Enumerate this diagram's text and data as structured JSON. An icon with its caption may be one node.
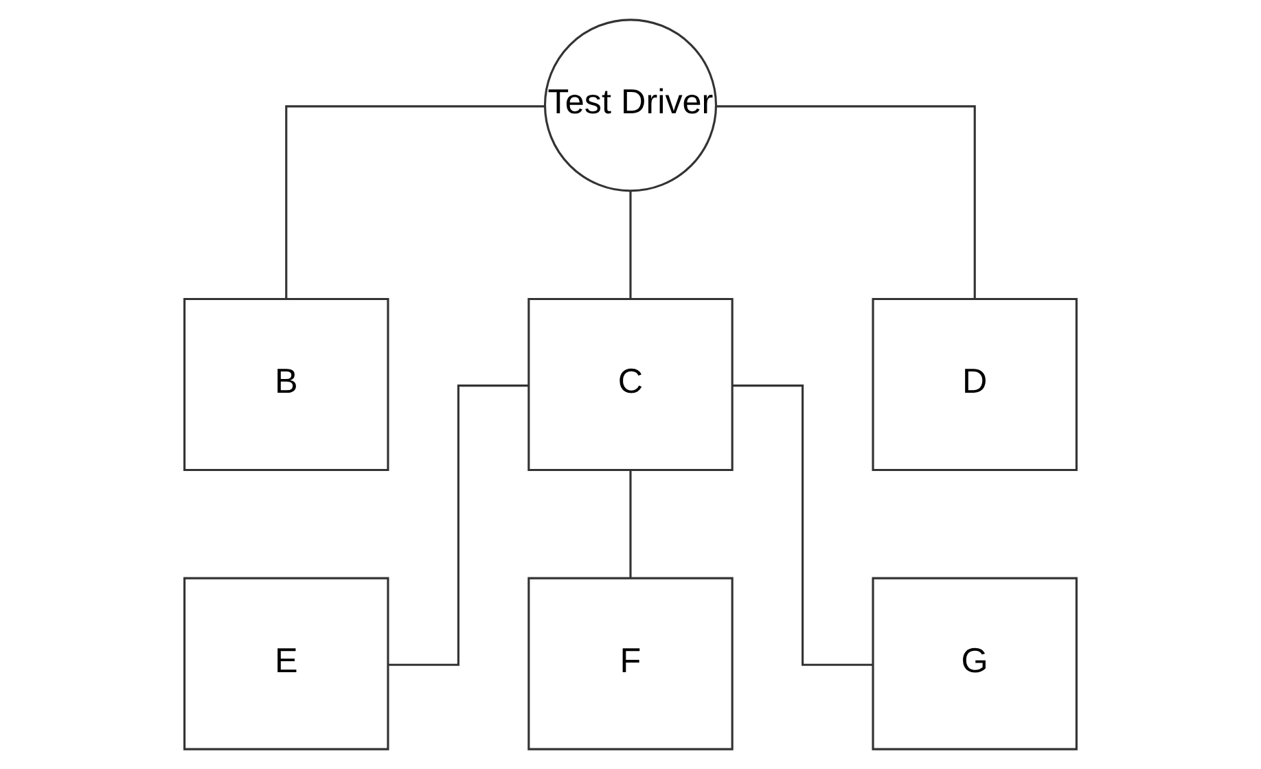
{
  "diagram": {
    "nodes": [
      {
        "text": [
          "Test Driver"
        ]
      },
      {
        "text": [
          "B"
        ]
      },
      {
        "text": [
          "C"
        ]
      },
      {
        "text": [
          "D"
        ]
      },
      {
        "text": [
          "E"
        ]
      },
      {
        "text": [
          "F"
        ]
      },
      {
        "text": [
          "G"
        ]
      }
    ],
    "edges": [
      {
        "from": 0,
        "to": 1,
        "arrow": "none"
      },
      {
        "from": 0,
        "to": 2,
        "arrow": "none"
      },
      {
        "from": 0,
        "to": 3,
        "arrow": "none"
      },
      {
        "from": 2,
        "to": 4,
        "arrow": "none"
      },
      {
        "from": 2,
        "to": 5,
        "arrow": "none"
      },
      {
        "from": 2,
        "to": 6,
        "arrow": "none"
      }
    ]
  }
}
